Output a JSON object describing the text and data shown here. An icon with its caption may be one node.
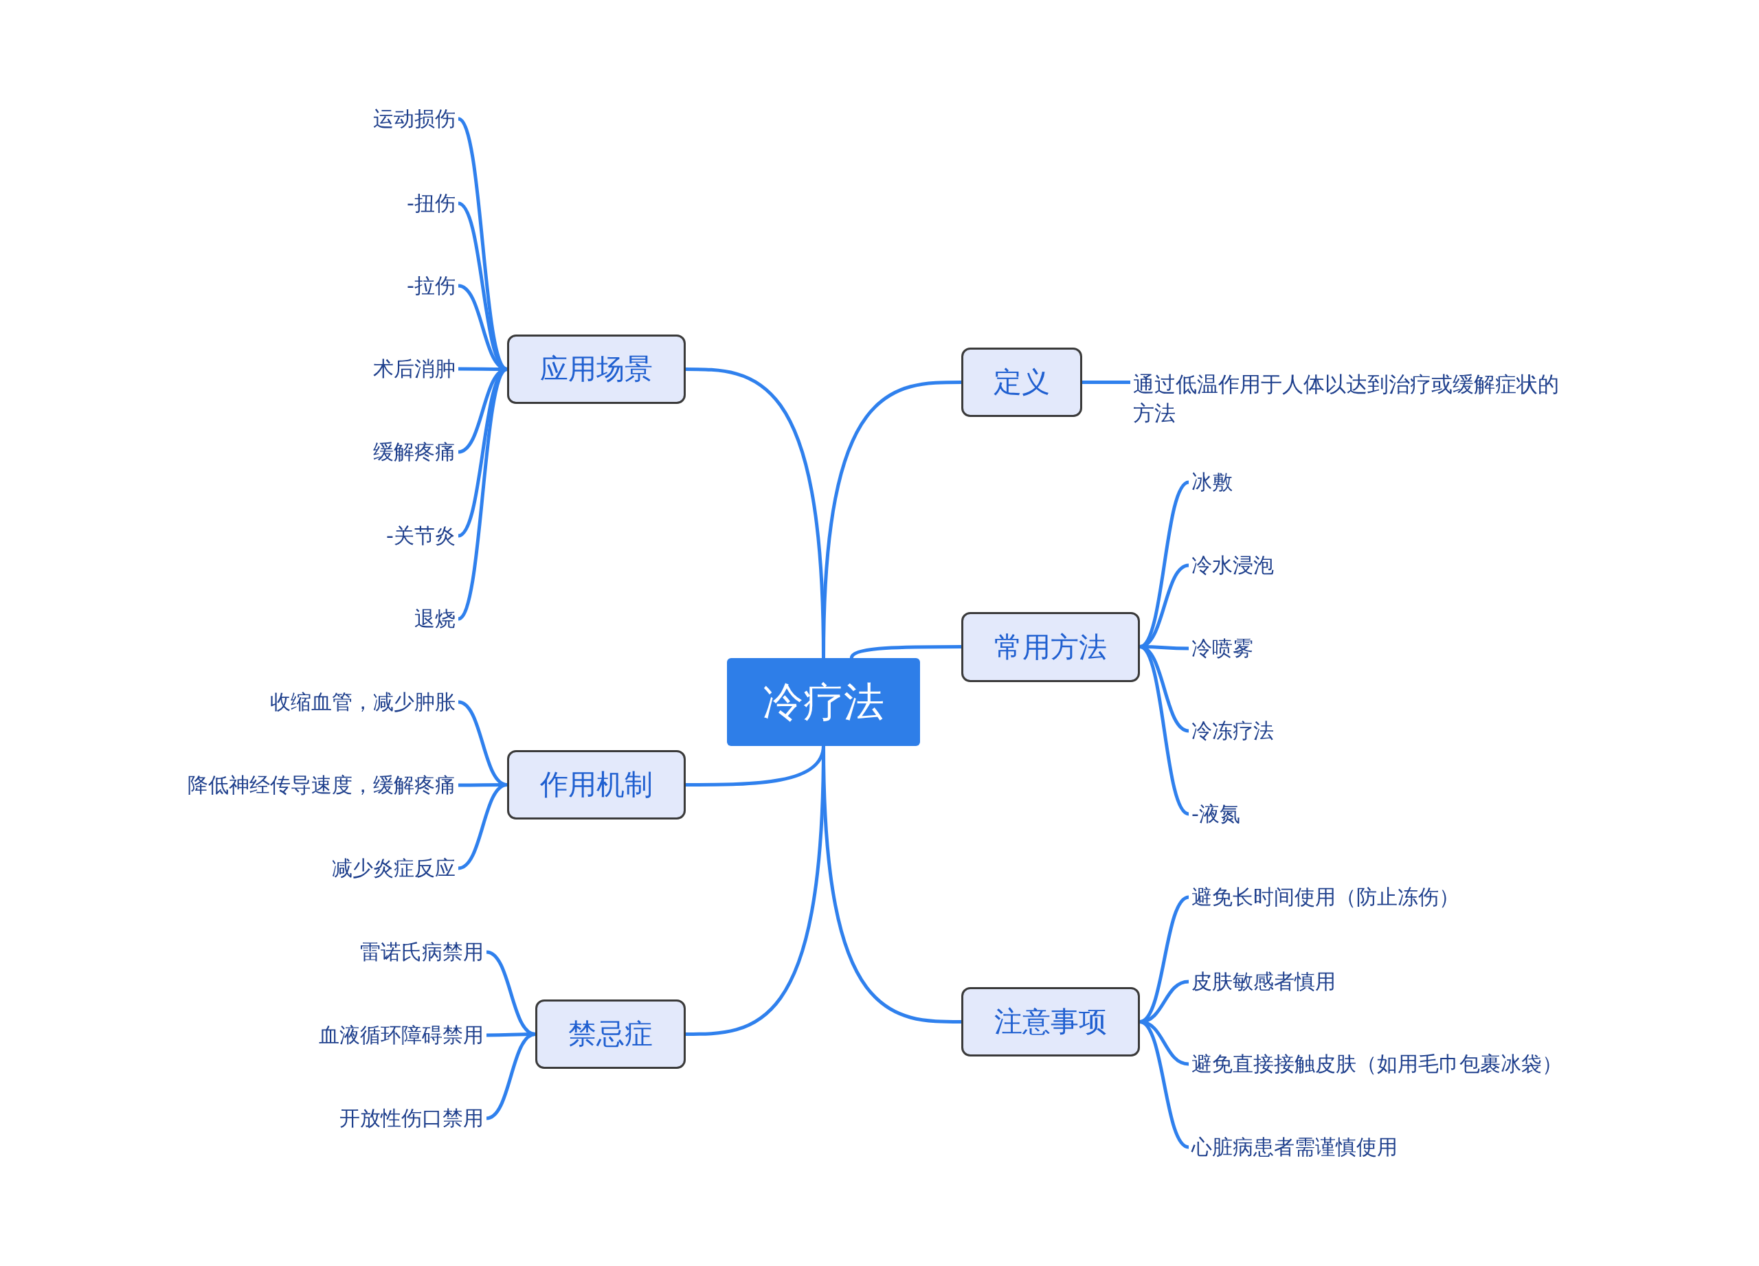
{
  "diagram": {
    "nodes": [
      {
        "text": [
          "冷疗法"
        ]
      },
      {
        "text": [
          "应用场景"
        ]
      },
      {
        "text": [
          "运动损伤"
        ]
      },
      {
        "text": [
          "-扭伤"
        ]
      },
      {
        "text": [
          "-拉伤"
        ]
      },
      {
        "text": [
          "术后消肿"
        ]
      },
      {
        "text": [
          "缓解疼痛"
        ]
      },
      {
        "text": [
          "-关节炎"
        ]
      },
      {
        "text": [
          "退烧"
        ]
      },
      {
        "text": [
          "作用机制"
        ]
      },
      {
        "text": [
          "收缩血管，减少肿胀"
        ]
      },
      {
        "text": [
          "降低神经传导速度，缓解疼痛"
        ]
      },
      {
        "text": [
          "减少炎症反应"
        ]
      },
      {
        "text": [
          "禁忌症"
        ]
      },
      {
        "text": [
          "雷诺氏病禁用"
        ]
      },
      {
        "text": [
          "血液循环障碍禁用"
        ]
      },
      {
        "text": [
          "开放性伤口禁用"
        ]
      },
      {
        "text": [
          "定义"
        ]
      },
      {
        "text": [
          "通过低温作用于人体以达到治疗或缓解症状的方法"
        ]
      },
      {
        "text": [
          "常用方法"
        ]
      },
      {
        "text": [
          "冰敷"
        ]
      },
      {
        "text": [
          "冷水浸泡"
        ]
      },
      {
        "text": [
          "冷喷雾"
        ]
      },
      {
        "text": [
          "冷冻疗法"
        ]
      },
      {
        "text": [
          "-液氮"
        ]
      },
      {
        "text": [
          "注意事项"
        ]
      },
      {
        "text": [
          "避免长时间使用（防止冻伤）"
        ]
      },
      {
        "text": [
          "皮肤敏感者慎用"
        ]
      },
      {
        "text": [
          "避免直接接触皮肤（如用毛巾包裹冰袋）"
        ]
      },
      {
        "text": [
          "心脏病患者需谨慎使用"
        ]
      }
    ],
    "edges": [
      {
        "from": 0,
        "to": 1,
        "arrow": "none"
      },
      {
        "from": 1,
        "to": 2,
        "arrow": "none"
      },
      {
        "from": 1,
        "to": 3,
        "arrow": "none"
      },
      {
        "from": 1,
        "to": 4,
        "arrow": "none"
      },
      {
        "from": 1,
        "to": 5,
        "arrow": "none"
      },
      {
        "from": 1,
        "to": 6,
        "arrow": "none"
      },
      {
        "from": 1,
        "to": 7,
        "arrow": "none"
      },
      {
        "from": 1,
        "to": 8,
        "arrow": "none"
      },
      {
        "from": 0,
        "to": 9,
        "arrow": "none"
      },
      {
        "from": 9,
        "to": 10,
        "arrow": "none"
      },
      {
        "from": 9,
        "to": 11,
        "arrow": "none"
      },
      {
        "from": 9,
        "to": 12,
        "arrow": "none"
      },
      {
        "from": 0,
        "to": 13,
        "arrow": "none"
      },
      {
        "from": 13,
        "to": 14,
        "arrow": "none"
      },
      {
        "from": 13,
        "to": 15,
        "arrow": "none"
      },
      {
        "from": 13,
        "to": 16,
        "arrow": "none"
      },
      {
        "from": 0,
        "to": 17,
        "arrow": "none"
      },
      {
        "from": 17,
        "to": 18,
        "arrow": "none"
      },
      {
        "from": 0,
        "to": 19,
        "arrow": "none"
      },
      {
        "from": 19,
        "to": 20,
        "arrow": "none"
      },
      {
        "from": 19,
        "to": 21,
        "arrow": "none"
      },
      {
        "from": 19,
        "to": 22,
        "arrow": "none"
      },
      {
        "from": 19,
        "to": 23,
        "arrow": "none"
      },
      {
        "from": 19,
        "to": 24,
        "arrow": "none"
      },
      {
        "from": 0,
        "to": 25,
        "arrow": "none"
      },
      {
        "from": 25,
        "to": 26,
        "arrow": "none"
      },
      {
        "from": 25,
        "to": 27,
        "arrow": "none"
      },
      {
        "from": 25,
        "to": 28,
        "arrow": "none"
      },
      {
        "from": 25,
        "to": 29,
        "arrow": "none"
      }
    ]
  }
}
